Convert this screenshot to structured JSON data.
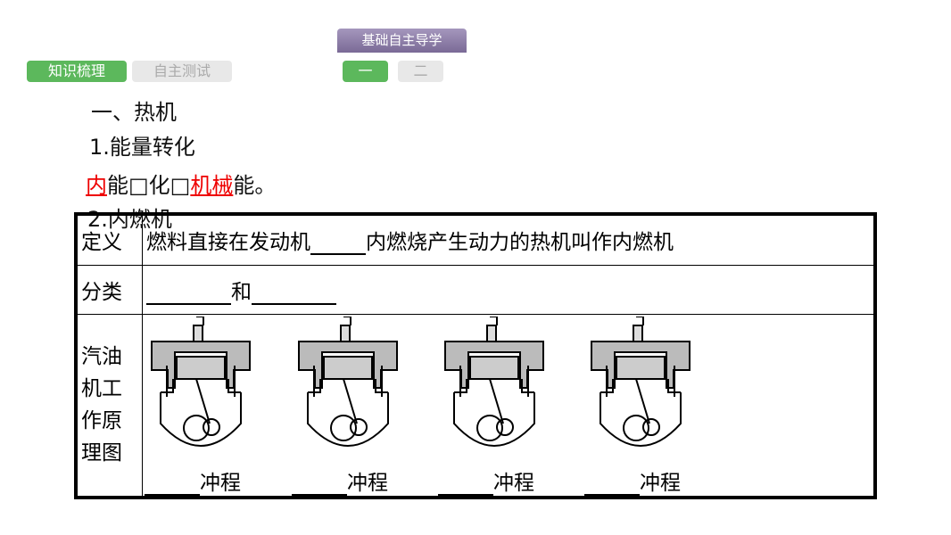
{
  "header": {
    "title": "基础自主导学"
  },
  "tabs": [
    {
      "label": "知识梳理",
      "active": true
    },
    {
      "label": "自主测试",
      "active": false
    }
  ],
  "pages": [
    {
      "label": "一",
      "active": true
    },
    {
      "label": "二",
      "active": false
    }
  ],
  "content": {
    "heading": "一、热机",
    "sub1": "1.能量转化",
    "conv": {
      "a": "内",
      "b": "能□化□",
      "c": "机械",
      "d": "能。"
    },
    "sub2": "2.内燃机"
  },
  "table": {
    "row1": {
      "label": "定义",
      "text_a": "燃料直接在发动机",
      "text_b": "内燃烧产生动力的热机叫作内燃机"
    },
    "row2": {
      "label": "分类",
      "conj": "和"
    },
    "row3": {
      "label": "汽油机工作原理图",
      "stroke": "冲程"
    }
  },
  "colors": {
    "accent": "#5cb85c",
    "highlight": "#e00000"
  }
}
